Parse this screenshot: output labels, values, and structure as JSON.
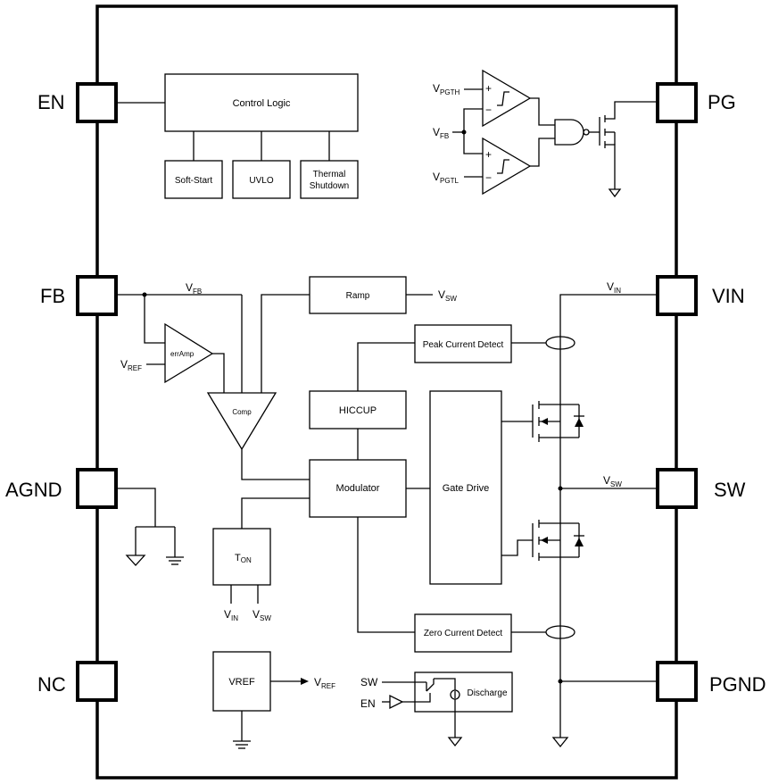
{
  "pins": {
    "en": "EN",
    "fb": "FB",
    "agnd": "AGND",
    "nc": "NC",
    "pg": "PG",
    "vin": "VIN",
    "sw": "SW",
    "pgnd": "PGND"
  },
  "blocks": {
    "control_logic": "Control Logic",
    "soft_start": "Soft-Start",
    "uvlo": "UVLO",
    "thermal_1": "Thermal",
    "thermal_2": "Shutdown",
    "ramp": "Ramp",
    "err_amp": "errAmp",
    "comp": "Comp",
    "peak_current_detect": "Peak Current Detect",
    "hiccup": "HICCUP",
    "modulator": "Modulator",
    "gate_drive": "Gate Drive",
    "ton_main": "T",
    "ton_sub": "ON",
    "zero_current_detect": "Zero Current Detect",
    "vref": "VREF",
    "discharge": "Discharge"
  },
  "signals": {
    "v": "V",
    "sub_pgth": "PGTH",
    "sub_fb": "FB",
    "sub_pgtl": "PGTL",
    "sub_ref": "REF",
    "sub_sw": "SW",
    "sub_in": "IN",
    "sw_text": "SW",
    "en_text": "EN",
    "plus": "+",
    "minus": "−"
  }
}
